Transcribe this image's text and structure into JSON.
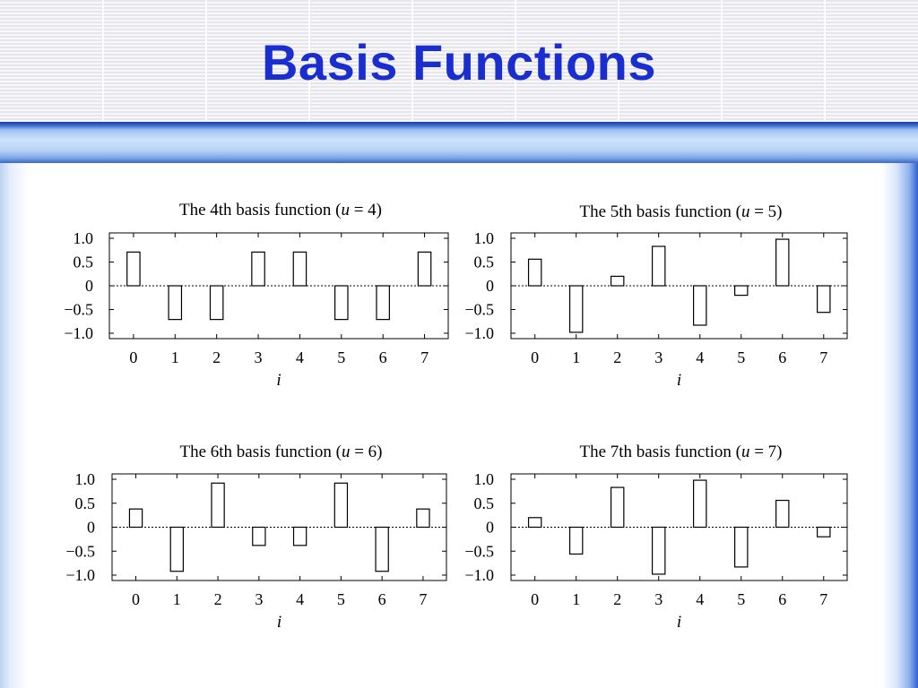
{
  "slide": {
    "title": "Basis Functions",
    "title_color": "#1a2ed0"
  },
  "chart_data": [
    {
      "type": "bar",
      "title_prefix": "The 4th basis function (",
      "title_var": "u",
      "title_suffix": " = 4)",
      "xlabel": "i",
      "ylabel": "",
      "categories": [
        "0",
        "1",
        "2",
        "3",
        "4",
        "5",
        "6",
        "7"
      ],
      "values": [
        0.71,
        -0.71,
        -0.71,
        0.71,
        0.71,
        -0.71,
        -0.71,
        0.71
      ],
      "ylim": [
        -1.0,
        1.0
      ],
      "yticks": [
        1.0,
        0.5,
        0,
        -0.5,
        -1.0
      ],
      "ytick_labels": [
        "1.0",
        "0.5",
        "0",
        "−0.5",
        "−1.0"
      ],
      "zero_line": "dotted",
      "grid": false
    },
    {
      "type": "bar",
      "title_prefix": "The 5th basis function (",
      "title_var": "u",
      "title_suffix": " = 5)",
      "xlabel": "i",
      "ylabel": "",
      "categories": [
        "0",
        "1",
        "2",
        "3",
        "4",
        "5",
        "6",
        "7"
      ],
      "values": [
        0.56,
        -0.98,
        0.2,
        0.83,
        -0.83,
        -0.2,
        0.98,
        -0.56
      ],
      "ylim": [
        -1.0,
        1.0
      ],
      "yticks": [
        1.0,
        0.5,
        0,
        -0.5,
        -1.0
      ],
      "ytick_labels": [
        "1.0",
        "0.5",
        "0",
        "−0.5",
        "−1.0"
      ],
      "zero_line": "dotted",
      "grid": false
    },
    {
      "type": "bar",
      "title_prefix": "The 6th basis function (",
      "title_var": "u",
      "title_suffix": " = 6)",
      "xlabel": "i",
      "ylabel": "",
      "categories": [
        "0",
        "1",
        "2",
        "3",
        "4",
        "5",
        "6",
        "7"
      ],
      "values": [
        0.38,
        -0.92,
        0.92,
        -0.38,
        -0.38,
        0.92,
        -0.92,
        0.38
      ],
      "ylim": [
        -1.0,
        1.0
      ],
      "yticks": [
        1.0,
        0.5,
        0,
        -0.5,
        -1.0
      ],
      "ytick_labels": [
        "1.0",
        "0.5",
        "0",
        "−0.5",
        "−1.0"
      ],
      "zero_line": "dotted",
      "grid": false
    },
    {
      "type": "bar",
      "title_prefix": "The 7th basis function (",
      "title_var": "u",
      "title_suffix": " = 7)",
      "xlabel": "i",
      "ylabel": "",
      "categories": [
        "0",
        "1",
        "2",
        "3",
        "4",
        "5",
        "6",
        "7"
      ],
      "values": [
        0.2,
        -0.56,
        0.83,
        -0.98,
        0.98,
        -0.83,
        0.56,
        -0.2
      ],
      "ylim": [
        -1.0,
        1.0
      ],
      "yticks": [
        1.0,
        0.5,
        0,
        -0.5,
        -1.0
      ],
      "ytick_labels": [
        "1.0",
        "0.5",
        "0",
        "−0.5",
        "−1.0"
      ],
      "zero_line": "dotted",
      "grid": false
    }
  ]
}
